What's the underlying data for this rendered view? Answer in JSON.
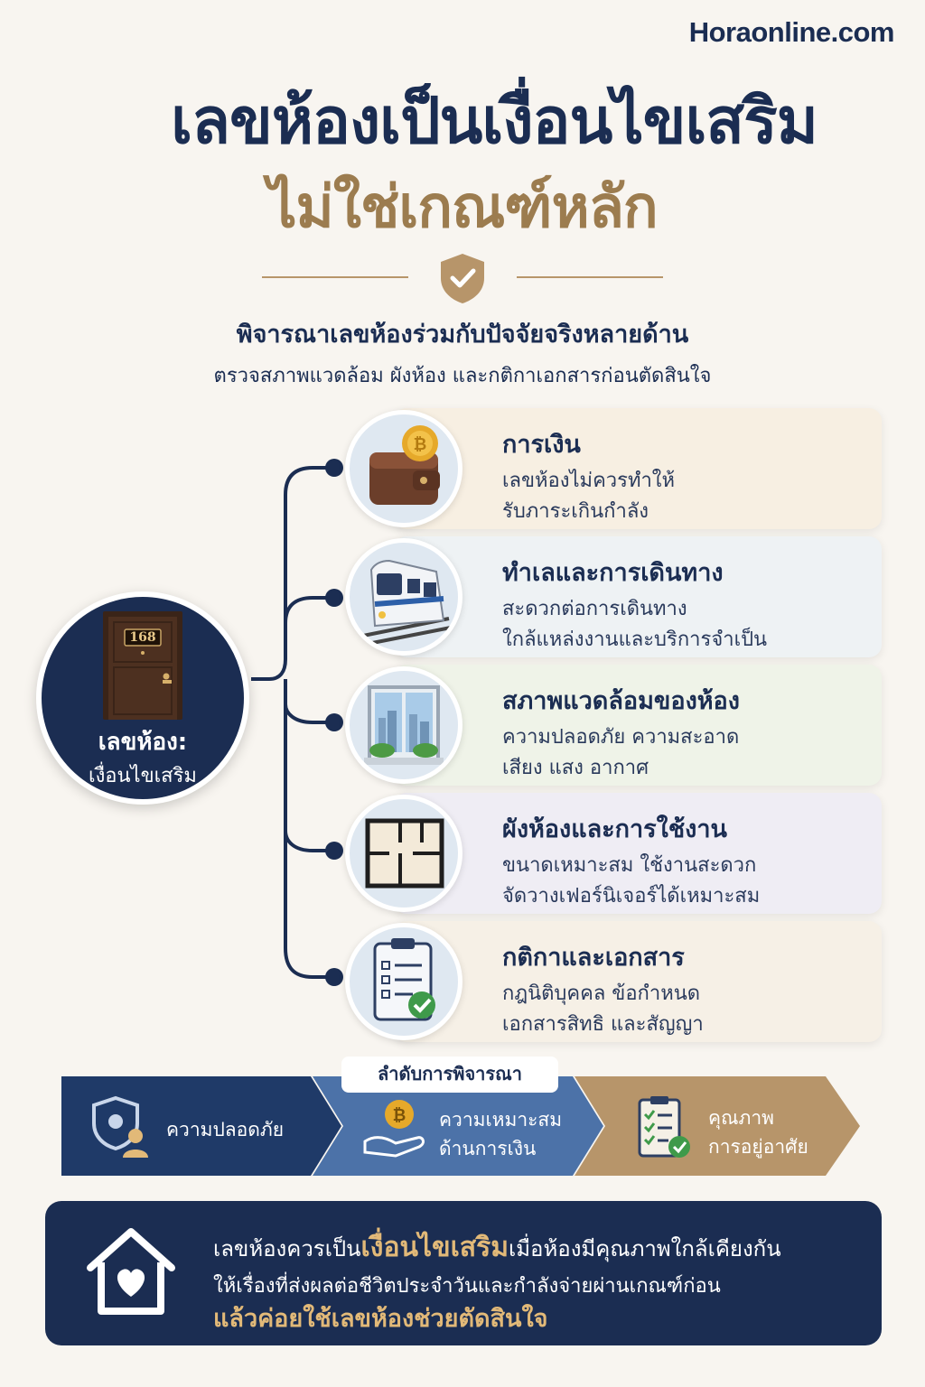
{
  "brand": "Horaonline.com",
  "title": {
    "line1": "เลขห้องเป็นเงื่อนไขเสริม",
    "line2": "ไม่ใช่เกณฑ์หลัก"
  },
  "subtitle": {
    "main": "พิจารณาเลขห้องร่วมกับปัจจัยจริงหลายด้าน",
    "detail": "ตรวจสภาพแวดล้อม ผังห้อง และกติกาเอกสารก่อนตัดสินใจ"
  },
  "center": {
    "door_number": "168",
    "label_line1": "เลขห้อง:",
    "label_line2": "เงื่อนไขเสริม"
  },
  "factors": [
    {
      "title": "การเงิน",
      "line1": "เลขห้องไม่ควรทำให้",
      "line2": "รับภาระเกินกำลัง",
      "icon": "wallet-coin-icon",
      "bg": "#f7efe2"
    },
    {
      "title": "ทำเลและการเดินทาง",
      "line1": "สะดวกต่อการเดินทาง",
      "line2": "ใกล้แหล่งงานและบริการจำเป็น",
      "icon": "train-icon",
      "bg": "#eef2f4"
    },
    {
      "title": "สภาพแวดล้อมของห้อง",
      "line1": "ความปลอดภัย ความสะอาด",
      "line2": "เสียง แสง อากาศ",
      "icon": "window-city-icon",
      "bg": "#eff3e8"
    },
    {
      "title": "ผังห้องและการใช้งาน",
      "line1": "ขนาดเหมาะสม ใช้งานสะดวก",
      "line2": "จัดวางเฟอร์นิเจอร์ได้เหมาะสม",
      "icon": "floor-plan-icon",
      "bg": "#efedf4"
    },
    {
      "title": "กติกาและเอกสาร",
      "line1": "กฎนิติบุคคล ข้อกำหนด",
      "line2": "เอกสารสิทธิ และสัญญา",
      "icon": "checklist-clipboard-icon",
      "bg": "#f6f0e6"
    }
  ],
  "process": {
    "label": "ลำดับการพิจารณา",
    "steps": [
      {
        "line1": "ความปลอดภัย",
        "line2": "",
        "color": "#1f3a68",
        "icon": "shield-person-icon"
      },
      {
        "line1": "ความเหมาะสม",
        "line2": "ด้านการเงิน",
        "color": "#4c72a8",
        "icon": "hand-coin-icon"
      },
      {
        "line1": "คุณภาพ",
        "line2": "การอยู่อาศัย",
        "color": "#b7956a",
        "icon": "checklist-icon"
      }
    ]
  },
  "banner": {
    "line1_pre": "เลขห้องควรเป็น",
    "line1_highlight": "เงื่อนไขเสริม",
    "line1_post": "เมื่อห้องมีคุณภาพใกล้เคียงกัน",
    "line2": "ให้เรื่องที่ส่งผลต่อชีวิตประจำวันและกำลังจ่ายผ่านเกณฑ์ก่อน",
    "line3": "แล้วค่อยใช้เลขห้องช่วยตัดสินใจ"
  },
  "colors": {
    "navy": "#1b2d52",
    "gold": "#9c7c4f",
    "highlight": "#e2b978",
    "background": "#f8f5f0"
  }
}
